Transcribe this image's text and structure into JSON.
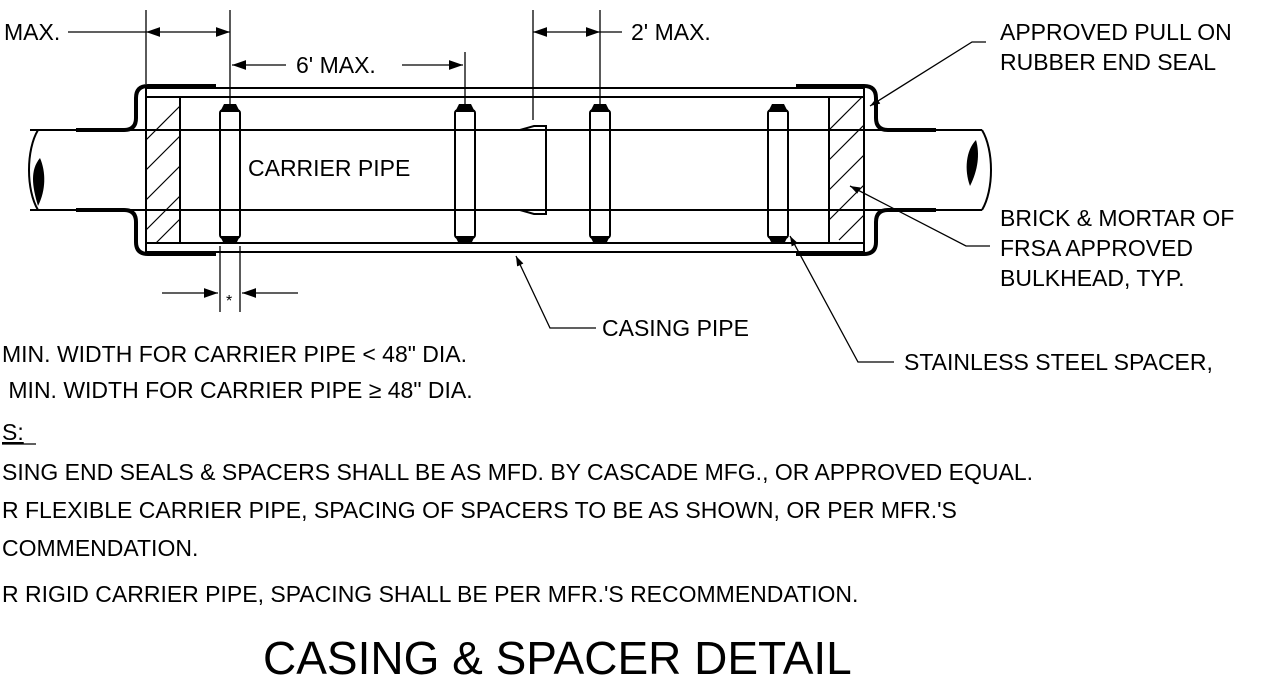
{
  "dimensions": {
    "left_max": "MAX.",
    "six_max": "6' MAX.",
    "two_max": "2' MAX.",
    "width_mark": "*"
  },
  "labels": {
    "end_seal_line1": "APPROVED PULL ON",
    "end_seal_line2": "RUBBER END SEAL",
    "carrier_pipe": "CARRIER PIPE",
    "bulkhead_line1": "BRICK & MORTAR OF",
    "bulkhead_line2": "FRSA APPROVED",
    "bulkhead_line3": "BULKHEAD, TYP.",
    "casing_pipe": "CASING PIPE",
    "spacer": "STAINLESS STEEL SPACER,"
  },
  "footnotes": [
    "MIN. WIDTH FOR CARRIER PIPE < 48\" DIA.",
    " MIN. WIDTH FOR CARRIER PIPE ≥ 48\" DIA."
  ],
  "notes": {
    "heading": "S:",
    "lines": [
      "SING END SEALS & SPACERS SHALL BE AS MFD. BY CASCADE MFG., OR APPROVED EQUAL.",
      "R FLEXIBLE CARRIER PIPE, SPACING OF SPACERS TO BE AS SHOWN, OR PER MFR.'S",
      "COMMENDATION.",
      "R RIGID CARRIER PIPE, SPACING SHALL BE PER MFR.'S RECOMMENDATION."
    ]
  },
  "title": "CASING & SPACER DETAIL"
}
